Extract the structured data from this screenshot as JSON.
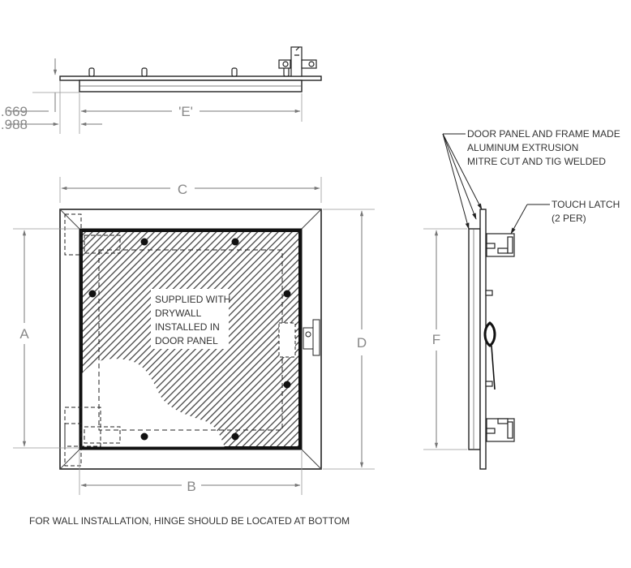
{
  "top_view": {
    "dims": [
      "'E'",
      ".669",
      ".988"
    ]
  },
  "front_view": {
    "dims": {
      "a": "A",
      "b": "B",
      "c": "C",
      "d": "D"
    },
    "panel_note": [
      "SUPPLIED WITH",
      "DRYWALL",
      "INSTALLED IN",
      "DOOR PANEL"
    ]
  },
  "side_view": {
    "dim_f": "F",
    "note_panel": [
      "DOOR PANEL AND FRAME MADE",
      "ALUMINUM EXTRUSION",
      "MITRE CUT AND TIG WELDED"
    ],
    "note_latch": [
      "TOUCH LATCH",
      "(2 PER)"
    ]
  },
  "footer_note": "FOR WALL INSTALLATION, HINGE SHOULD BE LOCATED AT BOTTOM"
}
